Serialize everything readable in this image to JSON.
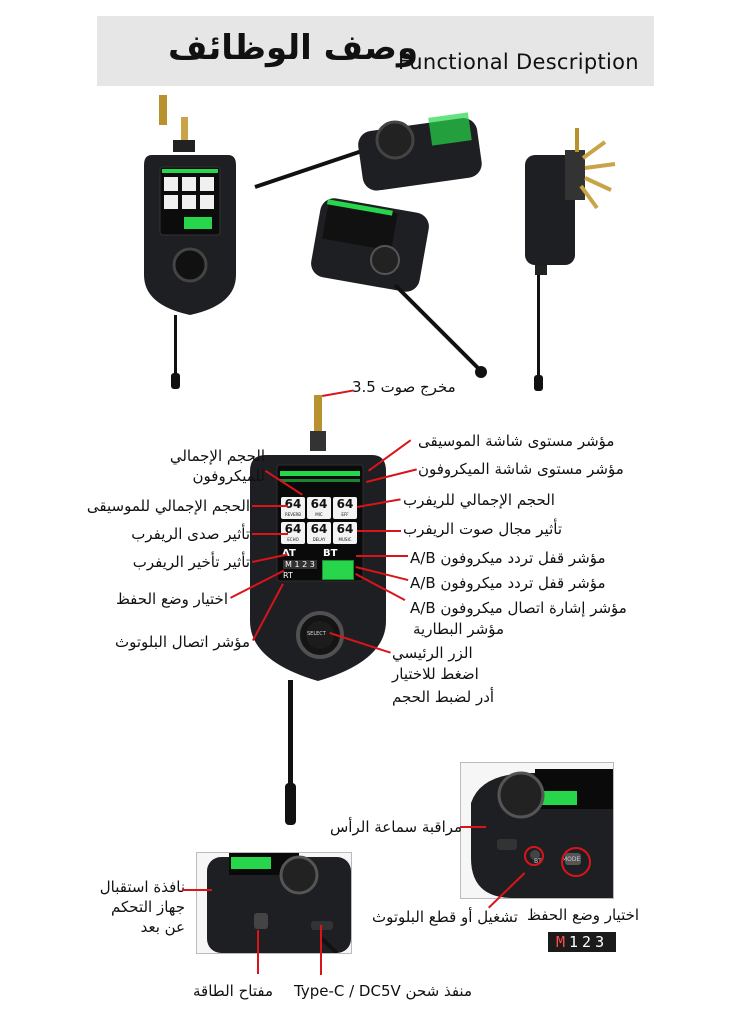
{
  "header": {
    "title_ar": "وصف الوظائف",
    "title_en": "Functional Description"
  },
  "main_labels": {
    "audio_out": "مخرج صوت 3.5",
    "mic_total_volume_l1": "الحجم الإجمالي",
    "mic_total_volume_l2": "للميكروفون",
    "music_total_volume": "الحجم الإجمالي للموسيقى",
    "reverb_echo": "تأثير صدى الريفرب",
    "reverb_delay": "تأثير تأخير الريفرب",
    "save_mode": "اختيار وضع الحفظ",
    "bt_indicator": "مؤشر اتصال البلوتوث",
    "music_level": "مؤشر مستوى شاشة الموسيقى",
    "mic_level": "مؤشر مستوى شاشة الميكروفون",
    "reverb_total": "الحجم الإجمالي للريفرب",
    "reverb_field": "تأثير مجال صوت الريفرب",
    "freq_lock_1": "مؤشر قفل تردد ميكروفون A/B",
    "freq_lock_2": "مؤشر قفل تردد ميكروفون A/B",
    "signal_ind": "مؤشر إشارة اتصال ميكروفون A/B",
    "battery_ind": "مؤشر البطارية",
    "main_button": "الزر الرئيسي",
    "press_select": "اضغط للاختيار",
    "rotate_volume": "أدر لضبط الحجم"
  },
  "screen": {
    "cells": [
      "64",
      "64",
      "64",
      "64",
      "64",
      "64"
    ],
    "cell_subs": [
      "REVERB",
      "MIC",
      "EFF",
      "ECHO",
      "DELAY",
      "MUSIC"
    ],
    "at": "AT",
    "bt": "BT",
    "rt": "RT",
    "m_digits": "M 1 2 3",
    "knob_text": "SELECT"
  },
  "bottom_right": {
    "headphone": "مراقبة سماعة الرأس",
    "bt_toggle": "تشغيل أو قطع البلوتوث",
    "save_mode": "اختيار وضع الحفظ",
    "m_label": "M",
    "m_digits": "123",
    "btn_bt": "BT",
    "btn_mode": "MODE"
  },
  "bottom_left": {
    "remote_l1": "نافذة استقبال",
    "remote_l2": "جهاز التحكم",
    "remote_l3": "عن بعد",
    "power": "مفتاح الطاقة",
    "charge": "منفذ شحن Type-C / DC5V"
  },
  "colors": {
    "accent": "#d9141b",
    "screen_green": "#27d64a",
    "device_body": "#1e1f23"
  }
}
